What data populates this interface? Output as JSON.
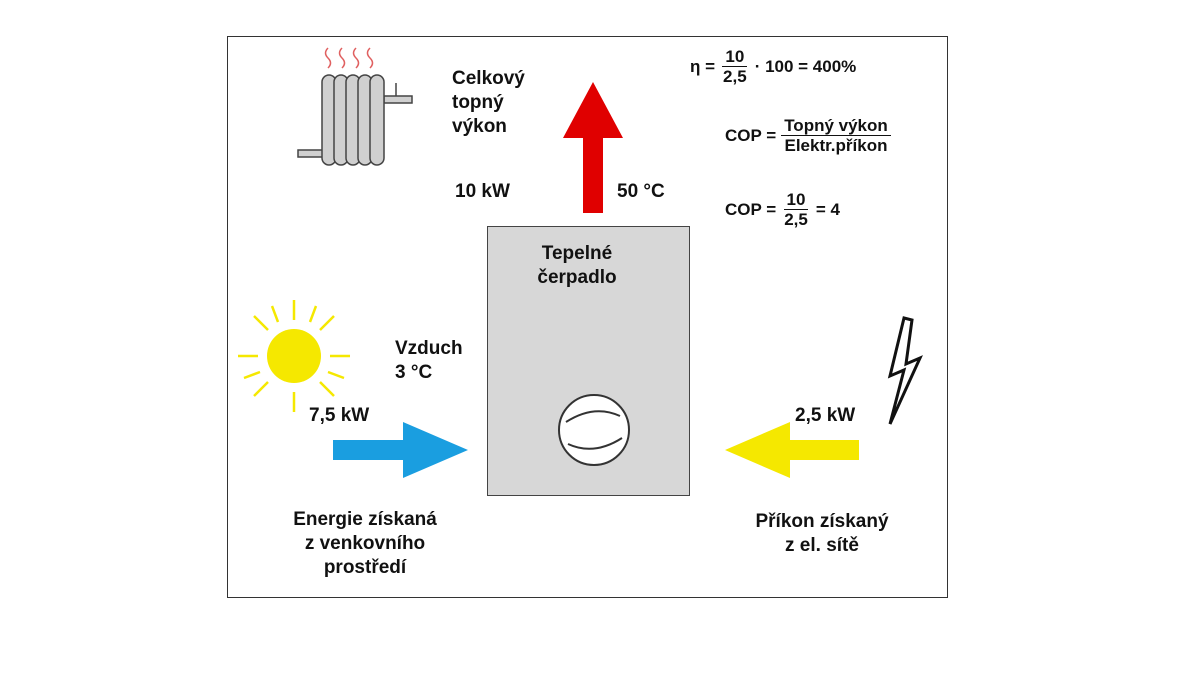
{
  "heat_output": {
    "label_lines": [
      "Celkový",
      "topný",
      "výkon"
    ],
    "power": "10 kW",
    "temperature": "50 °C"
  },
  "heat_pump": {
    "label_lines": [
      "Tepelné",
      "čerpadlo"
    ]
  },
  "air_input": {
    "label_lines": [
      "Vzduch",
      "3 °C"
    ],
    "power": "7,5 kW",
    "description_lines": [
      "Energie získaná",
      "z venkovního",
      "prostředí"
    ]
  },
  "electric_input": {
    "power": "2,5 kW",
    "description_lines": [
      "Příkon získaný",
      "z el. sítě"
    ]
  },
  "formulas": {
    "efficiency": {
      "symbol": "η =",
      "numerator": "10",
      "denominator": "2,5",
      "suffix": "·  100 = 400%"
    },
    "cop_definition": {
      "symbol": "COP =",
      "numerator": "Topný výkon",
      "denominator": "Elektr.příkon"
    },
    "cop_value": {
      "symbol": "COP =",
      "numerator": "10",
      "denominator": "2,5",
      "suffix": "= 4"
    }
  },
  "colors": {
    "heat_arrow": "#e00000",
    "air_arrow": "#1a9ee0",
    "electric_arrow": "#f5e800",
    "sun": "#f5e800",
    "pump_body": "#d7d7d7",
    "heat_waves": "#e06060"
  },
  "icons": [
    "radiator-icon",
    "heat-waves-icon",
    "sun-icon",
    "lightning-icon",
    "compressor-icon"
  ]
}
